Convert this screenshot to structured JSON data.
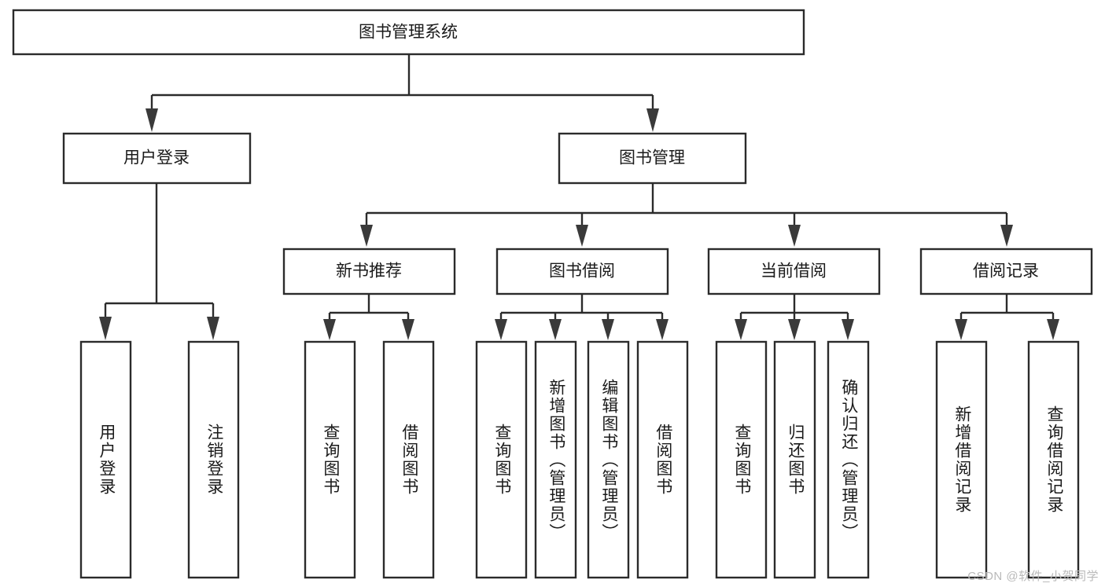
{
  "diagram": {
    "type": "tree-hierarchy",
    "title": "图书管理系统",
    "watermark": "CSDN @软件_小贺同学",
    "colors": {
      "box_stroke": "#2b2b2b",
      "box_fill": "#ffffff",
      "connector": "#2b2b2b",
      "text": "#1a1a1a",
      "watermark": "#b9b9b9",
      "background": "#ffffff"
    },
    "nodes": {
      "root": {
        "label": "图书管理系统"
      },
      "level2": [
        {
          "label": "用户登录"
        },
        {
          "label": "图书管理"
        }
      ],
      "level3": [
        {
          "label": "新书推荐"
        },
        {
          "label": "图书借阅"
        },
        {
          "label": "当前借阅"
        },
        {
          "label": "借阅记录"
        }
      ],
      "leaves_user_login": [
        {
          "label": "用户登录"
        },
        {
          "label": "注销登录"
        }
      ],
      "leaves_new_book": [
        {
          "label": "查询图书"
        },
        {
          "label": "借阅图书"
        }
      ],
      "leaves_borrow": [
        {
          "label": "查询图书"
        },
        {
          "label": "新增图书（管理员）"
        },
        {
          "label": "编辑图书（管理员）"
        },
        {
          "label": "借阅图书"
        }
      ],
      "leaves_current": [
        {
          "label": "查询图书"
        },
        {
          "label": "归还图书"
        },
        {
          "label": "确认归还（管理员）"
        }
      ],
      "leaves_records": [
        {
          "label": "新增借阅记录"
        },
        {
          "label": "查询借阅记录"
        }
      ]
    }
  }
}
